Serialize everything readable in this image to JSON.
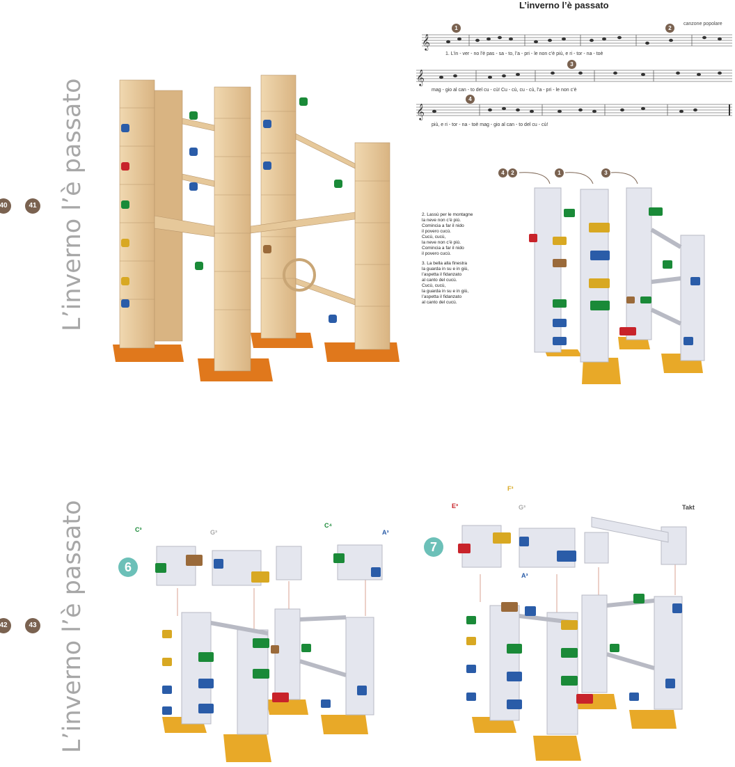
{
  "colors": {
    "title_gray": "#a7a7a7",
    "circle_brown": "#7a6250",
    "step_teal": "#6cc0b8",
    "wood": "#e6c89a",
    "base_orange": "#e0781c",
    "base_gold": "#e8a928",
    "tower_white": "#e4e6ee",
    "note_green": "#1a8a38",
    "note_blue": "#2a5ca8",
    "note_red": "#c8232a",
    "note_gold": "#d8a822",
    "note_brown": "#9a6a3a"
  },
  "top": {
    "side_title": "L’inverno l’è passato",
    "page_left": "40",
    "page_right": "41",
    "song_title": "L’inverno l’è passato",
    "credit": "canzone popolare",
    "markers": [
      "1",
      "2",
      "3",
      "4"
    ],
    "lyrics": [
      "1. L’in - ver - no   l’è   pas - sa -   to,   l’a - pri - le  non  c’è   più,        e     ri - tor - na - toè",
      "mag - gio   al    can - to del  cu - cù!          Cu - cù,              cu - cù,              l’a - pri - le  non c’è",
      "più,          e     ri - tor - na - toè    mag  -  gio    al    can   -   to  del    cu  -  cù!"
    ],
    "verse2": "2. Lassù per le montagne\nla neve non c’è più.\nComincia a far il nido\nil povero cucù.\nCucù, cucù,\nla neve non c’è più.\nComincia a far il nido\nil povero cucù.",
    "verse3": "3. La bella alla finestra\nla guarda in su e in giù,\nl’aspetta il fidanzato\nal canto del cucù.\nCucù, cucù,\nla guarda in su e in giù,\nl’aspetta il fidanzato\nal canto del cucù.",
    "diagram_tags": [
      "4",
      "2",
      "1",
      "3"
    ]
  },
  "bottom": {
    "side_title": "L’inverno l’è passato",
    "page_left": "42",
    "page_right": "43",
    "step6": "6",
    "step7": "7",
    "labels6": {
      "c3": "C³",
      "g3": "G³",
      "c4": "C⁴",
      "a3": "A³"
    },
    "labels7": {
      "e3": "E³",
      "f3": "F³",
      "g3": "G³",
      "a3": "A³",
      "takt": "Takt"
    }
  }
}
